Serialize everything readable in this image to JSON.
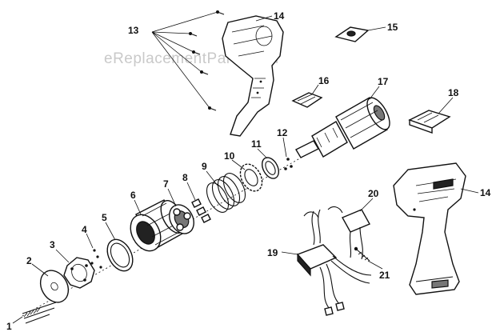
{
  "watermark": "eReplacementParts.com",
  "callouts": [
    {
      "id": "1",
      "label": "1"
    },
    {
      "id": "2",
      "label": "2"
    },
    {
      "id": "3",
      "label": "3"
    },
    {
      "id": "4",
      "label": "4"
    },
    {
      "id": "5",
      "label": "5"
    },
    {
      "id": "6",
      "label": "6"
    },
    {
      "id": "7",
      "label": "7"
    },
    {
      "id": "8",
      "label": "8"
    },
    {
      "id": "9",
      "label": "9"
    },
    {
      "id": "10",
      "label": "10"
    },
    {
      "id": "11",
      "label": "11"
    },
    {
      "id": "12",
      "label": "12"
    },
    {
      "id": "13",
      "label": "13"
    },
    {
      "id": "14a",
      "label": "14"
    },
    {
      "id": "14b",
      "label": "14"
    },
    {
      "id": "15",
      "label": "15"
    },
    {
      "id": "16",
      "label": "16"
    },
    {
      "id": "17",
      "label": "17"
    },
    {
      "id": "18",
      "label": "18"
    },
    {
      "id": "19",
      "label": "19"
    },
    {
      "id": "20",
      "label": "20"
    },
    {
      "id": "21",
      "label": "21"
    }
  ]
}
